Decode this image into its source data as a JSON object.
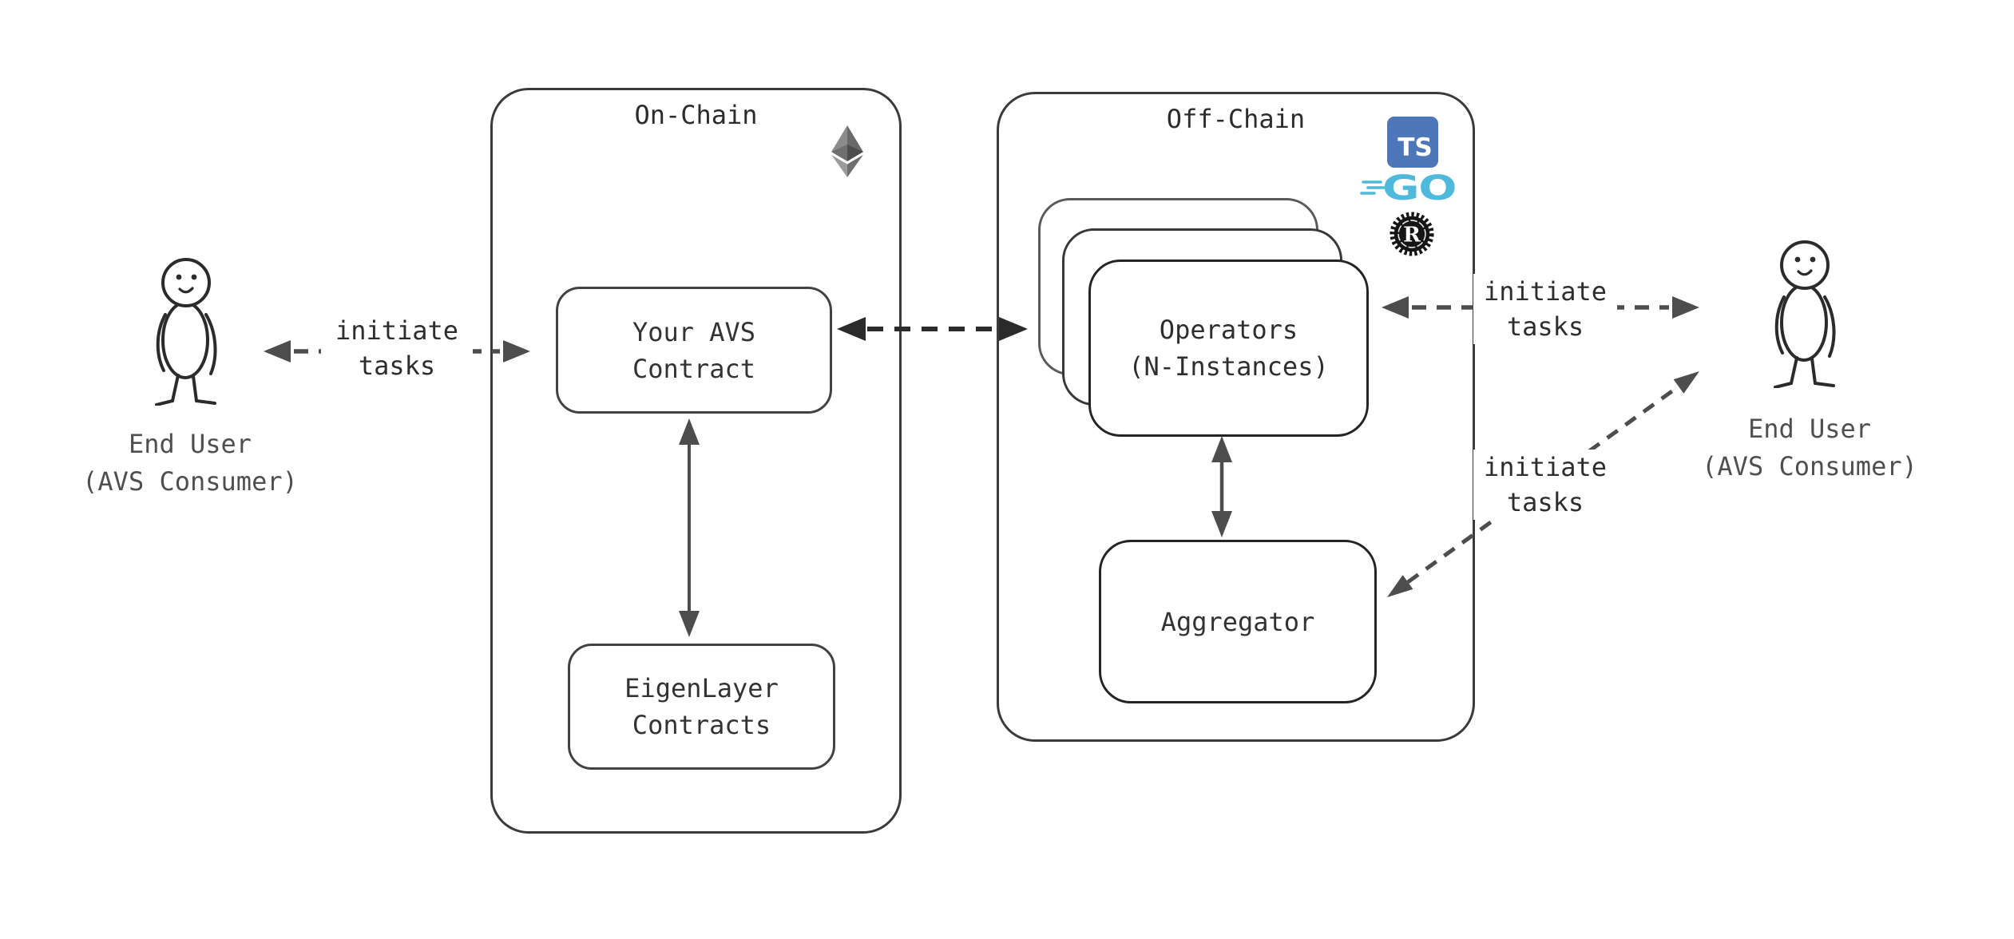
{
  "left_actor": {
    "label_line1": "End User",
    "label_line2": "(AVS Consumer)"
  },
  "right_actor": {
    "label_line1": "End User",
    "label_line2": "(AVS Consumer)"
  },
  "on_chain": {
    "title": "On-Chain",
    "chain_icon": "ethereum-icon",
    "avs_contract": {
      "line1": "Your AVS",
      "line2": "Contract"
    },
    "eigenlayer": {
      "line1": "EigenLayer",
      "line2": "Contracts"
    }
  },
  "off_chain": {
    "title": "Off-Chain",
    "tech_icons": {
      "typescript_label": "TS",
      "go_label": "GO",
      "rust_label": "R"
    },
    "operators": {
      "line1": "Operators",
      "line2": "(N-Instances)"
    },
    "aggregator_label": "Aggregator"
  },
  "arrow_labels": {
    "left": {
      "line1": "initiate",
      "line2": "tasks"
    },
    "right_top": {
      "line1": "initiate",
      "line2": "tasks"
    },
    "right_diagonal": {
      "line1": "initiate",
      "line2": "tasks"
    }
  },
  "colors": {
    "background": "#ffffff",
    "box_border": "#3a3a3a",
    "text_dark": "#2d2d2d",
    "text_gray": "#4f4f4f",
    "arrow_gray": "#4d4d4d",
    "arrow_dark": "#2b2b2b",
    "typescript_blue": "#4e77ba",
    "go_cyan": "#4fb9dc",
    "rust_black": "#151515",
    "eth_gray_light": "#8c8c8c",
    "eth_gray_mid": "#696969",
    "eth_gray_dark": "#4d4d4d"
  }
}
